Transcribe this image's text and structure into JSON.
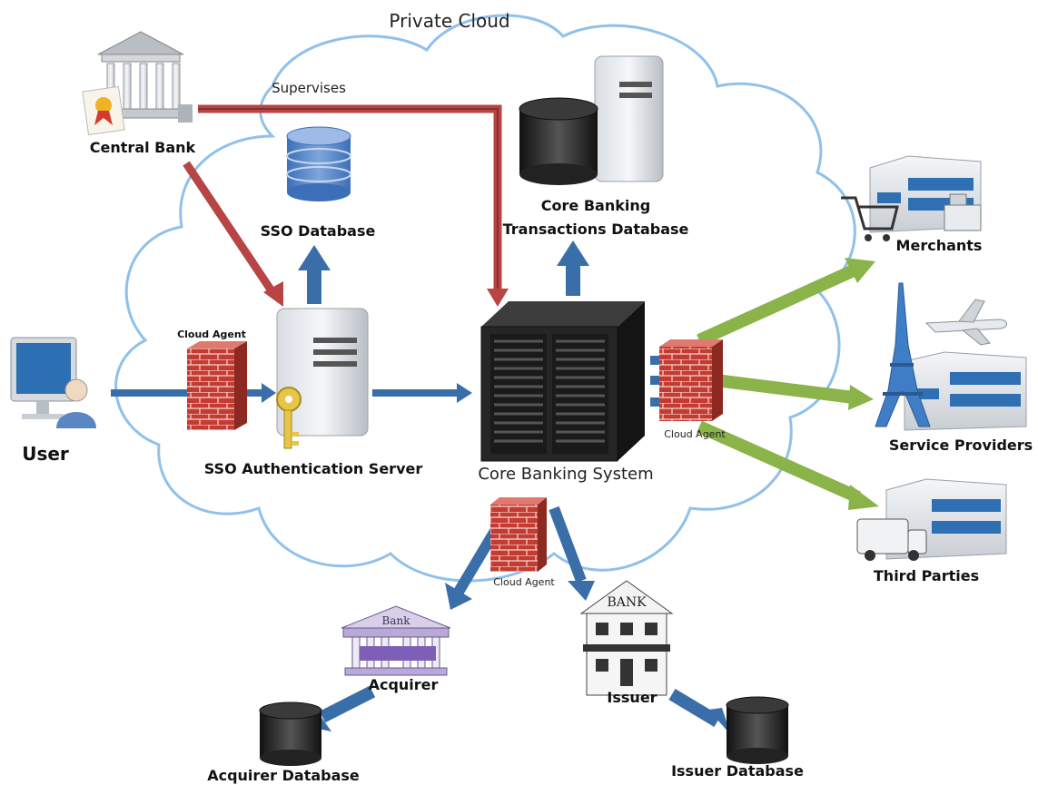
{
  "cloud": {
    "title": "Private Cloud"
  },
  "edges": {
    "supervises": "Supervises"
  },
  "nodes": {
    "central_bank": "Central Bank",
    "sso_database": "SSO Database",
    "core_db_line1": "Core Banking",
    "core_db_line2": "Transactions Database",
    "cloud_agent_left": "Cloud Agent",
    "cloud_agent_right": "Cloud Agent",
    "cloud_agent_bottom": "Cloud Agent",
    "user": "User",
    "sso_server": "SSO Authentication Server",
    "core_system": "Core Banking  System",
    "merchants": "Merchants",
    "service_providers": "Service Providers",
    "third_parties": "Third Parties",
    "acquirer": "Acquirer",
    "issuer": "Issuer",
    "acquirer_db": "Acquirer Database",
    "issuer_db": "Issuer Database",
    "bank_sign_acquirer": "Bank",
    "bank_sign_issuer": "BANK"
  },
  "colors": {
    "cloud_outline": "#8fc1ec",
    "flow_blue": "#3a6ea8",
    "supervise_red": "#b84545",
    "external_green": "#8ab34a",
    "firewall_red": "#c0392b"
  }
}
